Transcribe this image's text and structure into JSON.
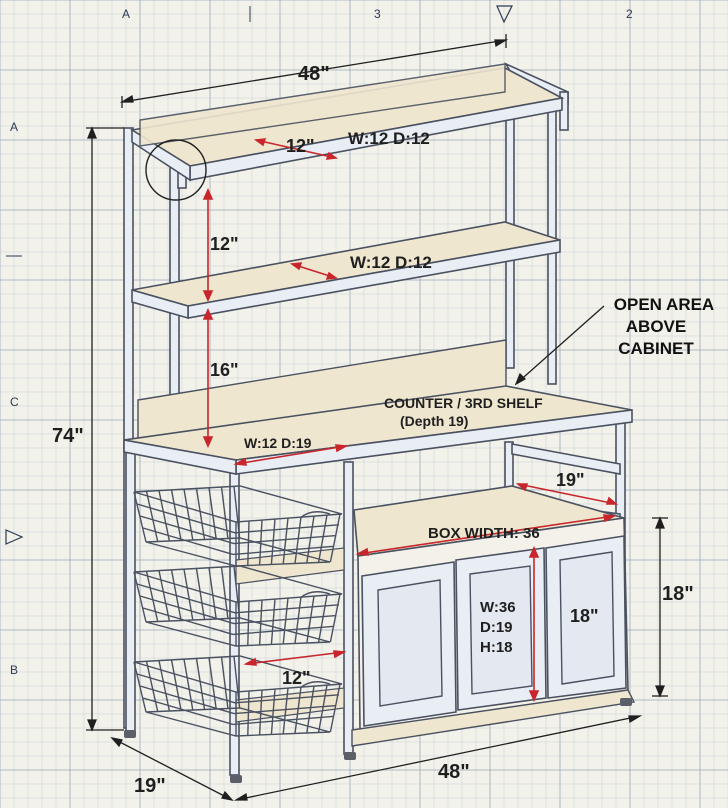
{
  "grid_labels": {
    "top": [
      "A",
      "3",
      "2"
    ],
    "left": [
      "A",
      "C",
      "B"
    ]
  },
  "dimensions": {
    "overall_width": "48\"",
    "overall_height": "74\"",
    "bottom_width": "48\"",
    "side_depth": "19\"",
    "top_shelf_depth": "12\"",
    "top_shelf_spec": "W:12 D:12",
    "gap_upper": "12\"",
    "middle_shelf_spec": "W:12 D:12",
    "gap_lower": "16\"",
    "counter_label": "COUNTER / 3RD SHELF",
    "counter_depth": "(Depth 19)",
    "left_counter_spec": "W:12 D:19",
    "cabinet_depth": "19\"",
    "box_width": "BOX WIDTH: 36",
    "cabinet_height": "18\"",
    "door_height": "18\"",
    "door_spec": [
      "W:36",
      "D:19",
      "H:18"
    ],
    "basket_width": "12\""
  },
  "callout": {
    "lines": [
      "OPEN AREA",
      "ABOVE",
      "CABINET"
    ]
  },
  "colors": {
    "background": "#f2f2ea",
    "grid": "#c9cfd8",
    "grid_major": "#9aa6b8",
    "wood": "#efe6cf",
    "wood_edge": "#c9b995",
    "frame": "#e9edf4",
    "frame_stroke": "#4a5160",
    "dimension_red": "#c8262c",
    "door_panel": "#e4e8f0"
  }
}
